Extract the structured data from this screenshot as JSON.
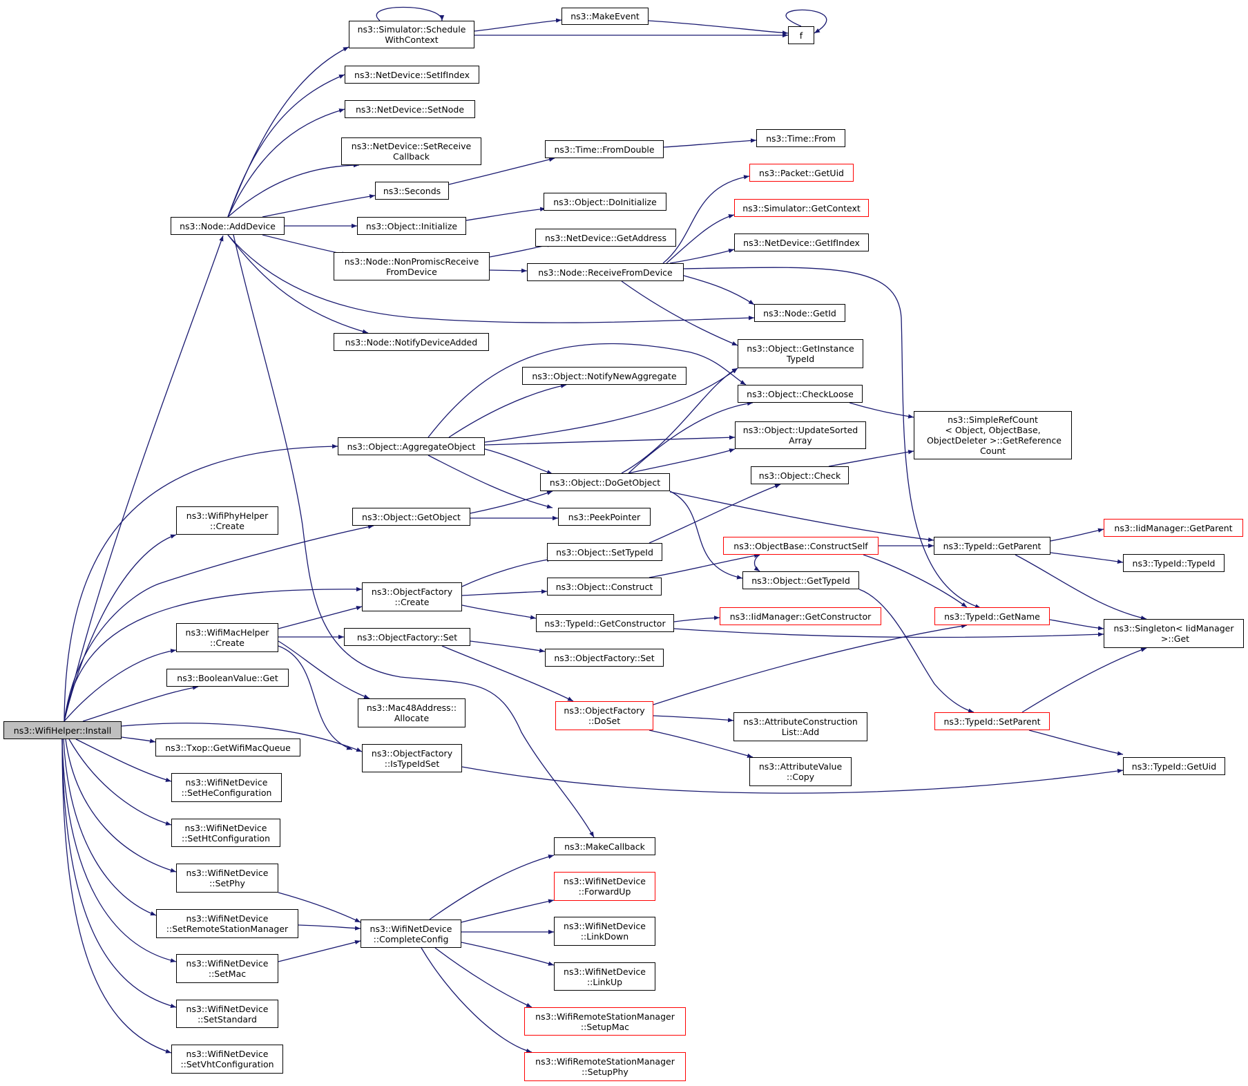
{
  "nodes": {
    "install": "ns3::WifiHelper::Install",
    "addDevice": "ns3::Node::AddDevice",
    "scheduleWithContext": "ns3::Simulator::Schedule\nWithContext",
    "makeEvent": "ns3::MakeEvent",
    "f": "f",
    "setIfIndex": "ns3::NetDevice::SetIfIndex",
    "ndSetNode": "ns3::NetDevice::SetNode",
    "setReceiveCallback": "ns3::NetDevice::SetReceive\nCallback",
    "seconds": "ns3::Seconds",
    "fromDouble": "ns3::Time::FromDouble",
    "timeFrom": "ns3::Time::From",
    "packetGetUid": "ns3::Packet::GetUid",
    "getContext": "ns3::Simulator::GetContext",
    "objInitialize": "ns3::Object::Initialize",
    "doInitialize": "ns3::Object::DoInitialize",
    "ndGetIfIndex": "ns3::NetDevice::GetIfIndex",
    "getAddress": "ns3::NetDevice::GetAddress",
    "nonPromisc": "ns3::Node::NonPromiscReceive\nFromDevice",
    "receiveFromDevice": "ns3::Node::ReceiveFromDevice",
    "nodeGetId": "ns3::Node::GetId",
    "notifyDeviceAdded": "ns3::Node::NotifyDeviceAdded",
    "getInstanceTypeId": "ns3::Object::GetInstance\nTypeId",
    "notifyNewAggregate": "ns3::Object::NotifyNewAggregate",
    "checkLoose": "ns3::Object::CheckLoose",
    "simpleRefCount": "ns3::SimpleRefCount\n< Object, ObjectBase,\n ObjectDeleter >::GetReference\nCount",
    "aggregateObject": "ns3::Object::AggregateObject",
    "updateSortedArray": "ns3::Object::UpdateSorted\nArray",
    "doGetObject": "ns3::Object::DoGetObject",
    "objCheck": "ns3::Object::Check",
    "phyCreate": "ns3::WifiPhyHelper\n::Create",
    "getObject": "ns3::Object::GetObject",
    "peekPointer": "ns3::PeekPointer",
    "typeIdGetParent": "ns3::TypeId::GetParent",
    "iidGetParent": "ns3::IidManager::GetParent",
    "typeIdTypeId": "ns3::TypeId::TypeId",
    "setTypeId": "ns3::Object::SetTypeId",
    "constructSelf": "ns3::ObjectBase::ConstructSelf",
    "factoryCreate": "ns3::ObjectFactory\n::Create",
    "objConstruct": "ns3::Object::Construct",
    "objGetTypeId": "ns3::Object::GetTypeId",
    "getConstructor": "ns3::TypeId::GetConstructor",
    "iidGetConstructor": "ns3::IidManager::GetConstructor",
    "typeIdGetName": "ns3::TypeId::GetName",
    "singletonGet": "ns3::Singleton< IidManager\n >::Get",
    "macCreate": "ns3::WifiMacHelper\n::Create",
    "factorySet1": "ns3::ObjectFactory::Set",
    "factorySet2": "ns3::ObjectFactory::Set",
    "booleanGet": "ns3::BooleanValue::Get",
    "mac48Allocate": "ns3::Mac48Address::\nAllocate",
    "factoryDoSet": "ns3::ObjectFactory\n::DoSet",
    "attrConstructionAdd": "ns3::AttributeConstruction\nList::Add",
    "typeIdSetParent": "ns3::TypeId::SetParent",
    "attrValueCopy": "ns3::AttributeValue\n::Copy",
    "txopGetQueue": "ns3::Txop::GetWifiMacQueue",
    "isTypeIdSet": "ns3::ObjectFactory\n::IsTypeIdSet",
    "typeIdGetUid": "ns3::TypeId::GetUid",
    "setHeConfig": "ns3::WifiNetDevice\n::SetHeConfiguration",
    "setHtConfig": "ns3::WifiNetDevice\n::SetHtConfiguration",
    "makeCallback": "ns3::MakeCallback",
    "setPhy": "ns3::WifiNetDevice\n::SetPhy",
    "forwardUp": "ns3::WifiNetDevice\n::ForwardUp",
    "setRsm": "ns3::WifiNetDevice\n::SetRemoteStationManager",
    "completeConfig": "ns3::WifiNetDevice\n::CompleteConfig",
    "linkDown": "ns3::WifiNetDevice\n::LinkDown",
    "setMac": "ns3::WifiNetDevice\n::SetMac",
    "linkUp": "ns3::WifiNetDevice\n::LinkUp",
    "setStandard": "ns3::WifiNetDevice\n::SetStandard",
    "setupMac": "ns3::WifiRemoteStationManager\n::SetupMac",
    "setVhtConfig": "ns3::WifiNetDevice\n::SetVhtConfiguration",
    "setupPhy": "ns3::WifiRemoteStationManager\n::SetupPhy"
  },
  "colors": {
    "edge": "#191970",
    "node_border": "#000000",
    "node_border_truncated": "#ff0000",
    "root_fill": "#bfbfbf"
  }
}
